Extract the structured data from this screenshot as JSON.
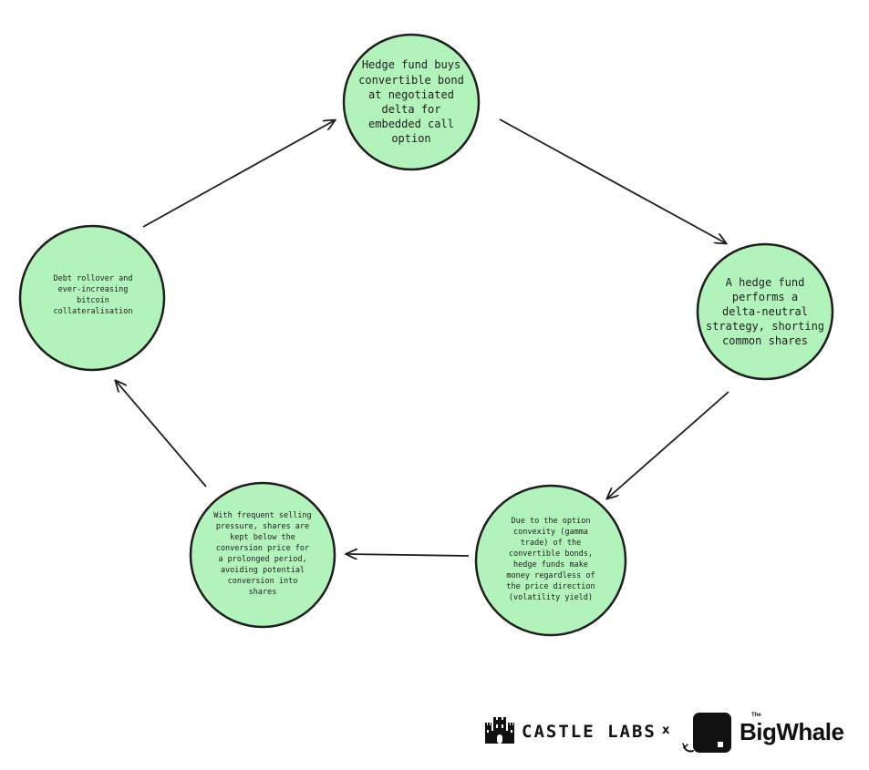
{
  "nodes": {
    "top": {
      "lines": [
        "Hedge fund buys",
        "convertible bond",
        "at negotiated",
        "delta for",
        "embedded call",
        "option"
      ]
    },
    "right": {
      "lines": [
        "A hedge fund",
        "performs a",
        "delta-neutral",
        "strategy, shorting",
        "common shares"
      ]
    },
    "bottom_right": {
      "lines": [
        "Due to the option",
        "convexity (gamma",
        "trade) of the",
        "convertible bonds,",
        "hedge funds make",
        "money regardless of",
        "the price direction",
        "(volatility yield)"
      ]
    },
    "bottom_left": {
      "lines": [
        "With frequent selling",
        "pressure, shares are",
        "kept below the",
        "conversion price for",
        "a prolonged period,",
        "avoiding potential",
        "conversion into",
        "shares"
      ]
    },
    "left": {
      "lines": [
        "Debt rollover and",
        "ever-increasing",
        "bitcoin",
        "collateralisation"
      ]
    }
  },
  "footer": {
    "castle_labs": "CASTLE LABS",
    "separator": "x",
    "the": "The",
    "big_whale": "BigWhale"
  },
  "colors": {
    "node_fill": "#b2f2bb",
    "stroke": "#1e1e1e"
  }
}
